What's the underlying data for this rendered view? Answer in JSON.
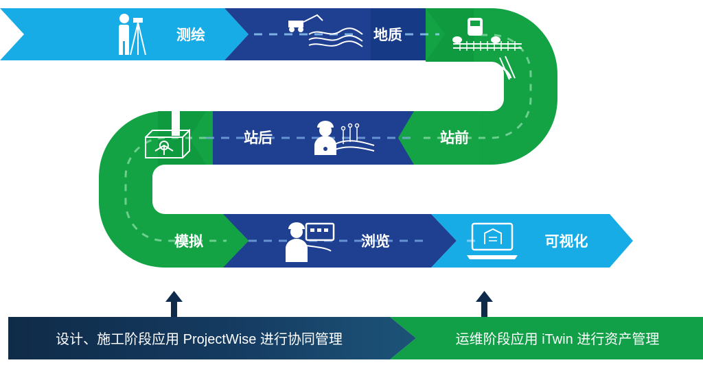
{
  "stages": {
    "survey": "测绘",
    "geology": "地质",
    "station_front": "站前",
    "station_back": "站后",
    "simulation": "模拟",
    "browse": "浏览",
    "visualize": "可视化"
  },
  "bottom_bar": {
    "left_text": "设计、施工阶段应用 ProjectWise 进行协同管理",
    "right_text": "运维阶段应用 iTwin 进行资产管理"
  },
  "colors": {
    "navy": "#1e3f8e",
    "sky": "#15a9e6",
    "green": "#13a345",
    "dark_green": "#0b7f34",
    "bar_dark": "#0f2f4e",
    "bar_green": "#11a048",
    "arrow_dark": "#0f2b4c"
  },
  "icons": {
    "survey": "surveyor-icon",
    "geology": "geology-icon",
    "station_front": "rail-train-icon",
    "station_back": "engineer-bridge-icon",
    "simulation": "simulation-box-icon",
    "browse": "engineer-screen-icon",
    "visualize": "laptop-building-icon"
  }
}
